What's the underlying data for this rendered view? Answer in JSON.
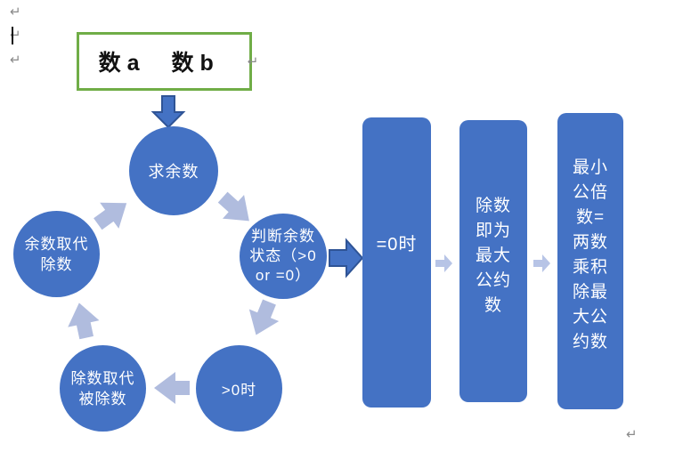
{
  "colors": {
    "shape_fill": "#4472C4",
    "shape_stroke": "#2F5496",
    "cycle_arrow_fill": "#b0bcde",
    "connector_arrow_fill": "#b7c4e6",
    "box_border_green": "#70AD47",
    "mark_gray": "#8a8a8a"
  },
  "editor": {
    "paragraph_mark": "↵"
  },
  "source_box": {
    "number_a": "数 a",
    "number_b": "数 b"
  },
  "cycle_steps": [
    {
      "name": "find-remainder",
      "label": "求余数"
    },
    {
      "name": "judge-remainder-state",
      "label": "判断余数\n状态（>0\nor =0）"
    },
    {
      "name": "greater-than-zero",
      "label": ">0时"
    },
    {
      "name": "divisor-replaces-dividend",
      "label": "除数取代\n被除数"
    },
    {
      "name": "remainder-replaces-divisor",
      "label": "余数取代\n除数"
    }
  ],
  "result_steps": [
    {
      "name": "equals-zero",
      "label": "=0时"
    },
    {
      "name": "divisor-is-gcd",
      "label": "除数\n即为\n最大\n公约\n数"
    },
    {
      "name": "lcm-formula",
      "label": "最小\n公倍\n数=\n两数\n乘积\n除最\n大公\n约数"
    }
  ]
}
